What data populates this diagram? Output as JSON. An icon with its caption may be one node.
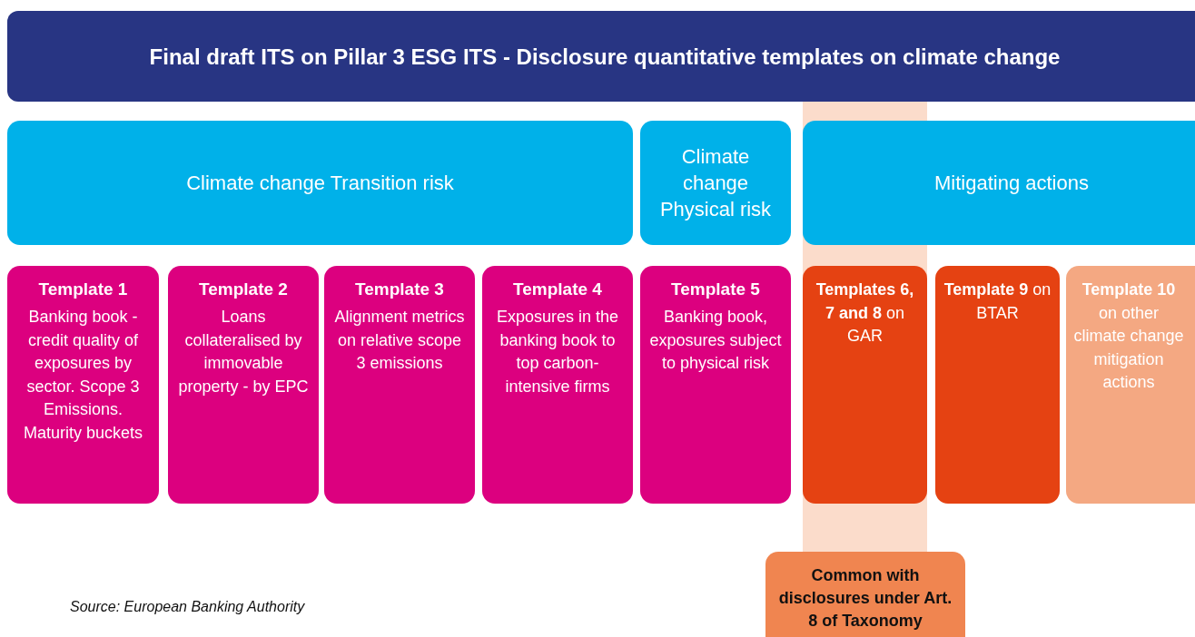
{
  "diagram": {
    "title": "Final draft ITS on Pillar 3 ESG ITS - Disclosure quantitative templates on climate change",
    "nodes": [
      {
        "text": [
          "Climate change Transition risk"
        ]
      },
      {
        "text": [
          "Climate change Physical risk"
        ]
      },
      {
        "text": [
          "Mitigating actions"
        ]
      },
      {
        "text": [
          "Template 1",
          "Banking book - credit quality of exposures by sector. Scope 3 Emissions. Maturity buckets"
        ]
      },
      {
        "text": [
          "Template 2",
          "Loans collateralised by immovable property - by EPC"
        ]
      },
      {
        "text": [
          "Template 3",
          "Alignment metrics on relative scope 3 emissions"
        ]
      },
      {
        "text": [
          "Template 4",
          "Exposures in the banking book to top carbon-intensive firms"
        ]
      },
      {
        "text": [
          "Template 5",
          "Banking book, exposures subject to physical risk"
        ]
      },
      {
        "text": [
          "**Templates 6, 7 and 8** on GAR"
        ]
      },
      {
        "text": [
          "**Template 9** on BTAR"
        ]
      },
      {
        "text": [
          "**Template 10** on other climate change mitigation actions"
        ]
      },
      {
        "text": [
          "Common with disclosures under Art. 8 of Taxonomy"
        ]
      }
    ],
    "labels": [
      "Source: European Banking Authority"
    ]
  }
}
